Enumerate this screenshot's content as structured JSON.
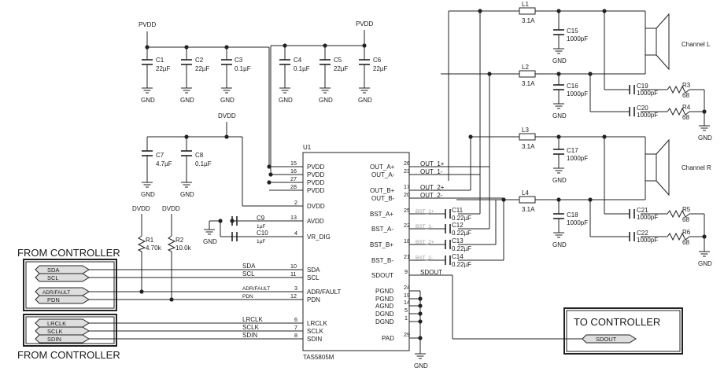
{
  "rails": {
    "pvdd": "PVDD",
    "dvdd": "DVDD",
    "gnd": "GND"
  },
  "caps": {
    "c1": {
      "ref": "C1",
      "val": "22µF"
    },
    "c2": {
      "ref": "C2",
      "val": "22µF"
    },
    "c3": {
      "ref": "C3",
      "val": "0.1µF"
    },
    "c4": {
      "ref": "C4",
      "val": "0.1µF"
    },
    "c5": {
      "ref": "C5",
      "val": "22µF"
    },
    "c6": {
      "ref": "C6",
      "val": "22µF"
    },
    "c7": {
      "ref": "C7",
      "val": "4.7µF"
    },
    "c8": {
      "ref": "C8",
      "val": "0.1µF"
    },
    "c9": {
      "ref": "C9",
      "val": "1µF"
    },
    "c10": {
      "ref": "C10",
      "val": "1µF"
    },
    "c11": {
      "ref": "C11",
      "val": "0.22µF"
    },
    "c12": {
      "ref": "C12",
      "val": "0.22µF"
    },
    "c13": {
      "ref": "C13",
      "val": "0.22µF"
    },
    "c14": {
      "ref": "C14",
      "val": "0.22µF"
    },
    "c15": {
      "ref": "C15",
      "val": "1000pF"
    },
    "c16": {
      "ref": "C16",
      "val": "1000pF"
    },
    "c17": {
      "ref": "C17",
      "val": "1000pF"
    },
    "c18": {
      "ref": "C18",
      "val": "1000pF"
    },
    "c19": {
      "ref": "C19",
      "val": "1000pF"
    },
    "c20": {
      "ref": "C20",
      "val": "1000pF"
    },
    "c21": {
      "ref": "C21",
      "val": "1000pF"
    },
    "c22": {
      "ref": "C22",
      "val": "1000pF"
    }
  },
  "res": {
    "r1": {
      "ref": "R1",
      "val": "4.70k"
    },
    "r2": {
      "ref": "R2",
      "val": "10.0k"
    },
    "r3": {
      "ref": "R3",
      "val": "68"
    },
    "r4": {
      "ref": "R4",
      "val": "68"
    },
    "r5": {
      "ref": "R5",
      "val": "68"
    },
    "r6": {
      "ref": "R6",
      "val": "68"
    }
  },
  "inductors": {
    "l1": {
      "ref": "L1",
      "val": "3.1A"
    },
    "l2": {
      "ref": "L2",
      "val": "3.1A"
    },
    "l3": {
      "ref": "L3",
      "val": "3.1A"
    },
    "l4": {
      "ref": "L4",
      "val": "3.1A"
    }
  },
  "ic": {
    "ref": "U1",
    "part": "TAS5805M"
  },
  "pins_left": [
    {
      "num": "15",
      "name": "PVDD"
    },
    {
      "num": "16",
      "name": "PVDD"
    },
    {
      "num": "27",
      "name": "PVDD"
    },
    {
      "num": "28",
      "name": "PVDD"
    },
    {
      "num": "2",
      "name": "DVDD"
    },
    {
      "num": "13",
      "name": "AVDD"
    },
    {
      "num": "4",
      "name": "VR_DIG"
    },
    {
      "num": "10",
      "name": "SDA"
    },
    {
      "num": "11",
      "name": "SCL"
    },
    {
      "num": "3",
      "name": "ADR/FAULT"
    },
    {
      "num": "12",
      "name": "PDN"
    },
    {
      "num": "6",
      "name": "LRCLK"
    },
    {
      "num": "7",
      "name": "SCLK"
    },
    {
      "num": "8",
      "name": "SDIN"
    }
  ],
  "pins_right": [
    {
      "num": "26",
      "name": "OUT_A+"
    },
    {
      "num": "23",
      "name": "OUT_A-"
    },
    {
      "num": "17",
      "name": "OUT_B+"
    },
    {
      "num": "20",
      "name": "OUT_B-"
    },
    {
      "num": "25",
      "name": "BST_A+"
    },
    {
      "num": "22",
      "name": "BST_A-"
    },
    {
      "num": "18",
      "name": "BST_B+"
    },
    {
      "num": "21",
      "name": "BST_B-"
    },
    {
      "num": "9",
      "name": "SDOUT"
    },
    {
      "num": "24",
      "name": "PGND"
    },
    {
      "num": "19",
      "name": "PGND"
    },
    {
      "num": "14",
      "name": "AGND"
    },
    {
      "num": "5",
      "name": "DGND"
    },
    {
      "num": "1",
      "name": "DGND"
    },
    {
      "num": "29",
      "name": "PAD"
    }
  ],
  "nets": {
    "out1p": "OUT_1+",
    "out1m": "OUT_1-",
    "out2p": "OUT_2+",
    "out2m": "OUT_2-",
    "bst1p": "BST_1+",
    "bst1m": "BST_1-",
    "bst2p": "BST_2+",
    "bst2m": "BST_2-",
    "sdout": "SDOUT",
    "sda": "SDA",
    "scl": "SCL",
    "adr": "ADR/FAULT",
    "pdn": "PDN",
    "lrclk": "LRCLK",
    "sclk": "SCLK",
    "sdin": "SDIN"
  },
  "speakers": {
    "left": "Channel L",
    "right": "Channel R"
  },
  "connectors": {
    "from_top": "FROM CONTROLLER",
    "from_bottom": "FROM CONTROLLER",
    "to": "TO CONTROLLER",
    "top_ports": [
      "SDA",
      "SCL"
    ],
    "mid_ports": [
      "ADR/FAULT",
      "PDN"
    ],
    "bot_ports": [
      "LRCLK",
      "SCLK",
      "SDIN"
    ],
    "out_port": "SDOUT"
  },
  "colors": {
    "wire": "#222222",
    "port_fill": "#dedede",
    "ic_fill": "#ffffff"
  }
}
